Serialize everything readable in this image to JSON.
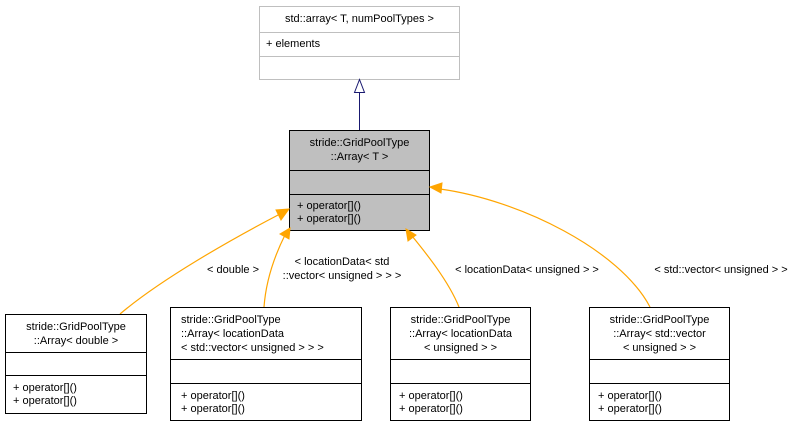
{
  "base_class": {
    "title": "std::array< T, numPoolTypes >",
    "attributes": [
      "+ elements"
    ]
  },
  "main_class": {
    "title_lines": [
      "stride::GridPoolType",
      "::Array< T >"
    ],
    "methods": [
      "+ operator[]()",
      "+ operator[]()"
    ]
  },
  "derived_classes": [
    {
      "title_lines": [
        "stride::GridPoolType",
        "::Array< double >"
      ],
      "methods": [
        "+ operator[]()",
        "+ operator[]()"
      ],
      "edge_label_lines": [
        "< double >"
      ]
    },
    {
      "title_lines": [
        "stride::GridPoolType",
        "::Array< locationData",
        "< std::vector< unsigned > > >"
      ],
      "methods": [
        "+ operator[]()",
        "+ operator[]()"
      ],
      "edge_label_lines": [
        "< locationData< std",
        "::vector< unsigned > > >"
      ]
    },
    {
      "title_lines": [
        "stride::GridPoolType",
        "::Array< locationData",
        "< unsigned > >"
      ],
      "methods": [
        "+ operator[]()",
        "+ operator[]()"
      ],
      "edge_label_lines": [
        "< locationData< unsigned > >"
      ]
    },
    {
      "title_lines": [
        "stride::GridPoolType",
        "::Array< std::vector",
        "< unsigned > >"
      ],
      "methods": [
        "+ operator[]()",
        "+ operator[]()"
      ],
      "edge_label_lines": [
        "< std::vector< unsigned > >"
      ]
    }
  ],
  "colors": {
    "inheritance_edge": "#191970",
    "template_edge": "#ffa500",
    "main_fill": "#bfbfbf",
    "box_border": "#bfbfbf"
  }
}
